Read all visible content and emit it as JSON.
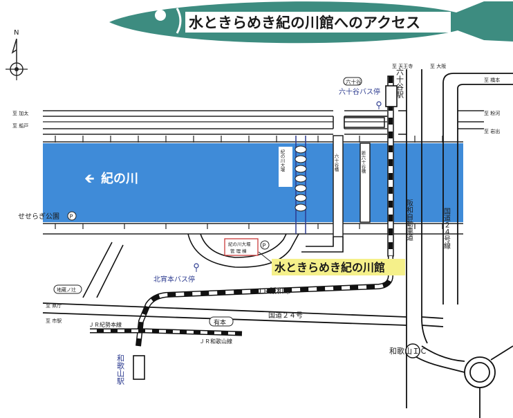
{
  "title": "水ときらめき紀の川館へのアクセス",
  "colors": {
    "river": "#3f8bd8",
    "fish": "#3d8c80",
    "highlight": "#f5f08a",
    "road": "#111111",
    "label_blue": "#2b3a8f"
  },
  "compass": {
    "north": "N"
  },
  "river": {
    "label": "紀の川",
    "arrow": "🡸"
  },
  "places": {
    "facility": "水ときらめき紀の川館",
    "dam_office_l1": "紀の川大堰",
    "dam_office_l2": "管 理 棟",
    "park": "せせらぎ公園",
    "parking": "P",
    "bus_kitahonmachi": "北宵本バス停",
    "bus_rokujuudani": "六十谷バス停",
    "station_rokujuudani": "六十谷駅",
    "station_wakayama": "和歌山駅",
    "station_arimoto": "有本",
    "rokujuudani_badge": "六十谷",
    "interchange": "和歌山ＩＣ",
    "jinja": "地蔵ノ辻",
    "bridge_kinokawa": "紀の川大堰",
    "bridge_rokujuudani": "六十谷橋",
    "bridge_shin": "新六十谷橋"
  },
  "roads": {
    "jr_hanwa": "ＪＲ阪和線",
    "jr_kisei": "ＪＲ紀勢本線",
    "jr_wakayama": "ＪＲ和歌山線",
    "route24": "国道２４号",
    "route24_vertical": "国道２４号線",
    "hanwa_exp": "阪和自動車道"
  },
  "directions": {
    "kata": "至 加太",
    "funato": "至 船戸",
    "kenchou": "至 県庁",
    "shieki": "至 市駅",
    "tennouji": "至 天王寺",
    "osaka": "至 大阪",
    "hashimoto": "至 橋本",
    "kokawa": "至 粉河",
    "iwade": "至 岩出"
  }
}
